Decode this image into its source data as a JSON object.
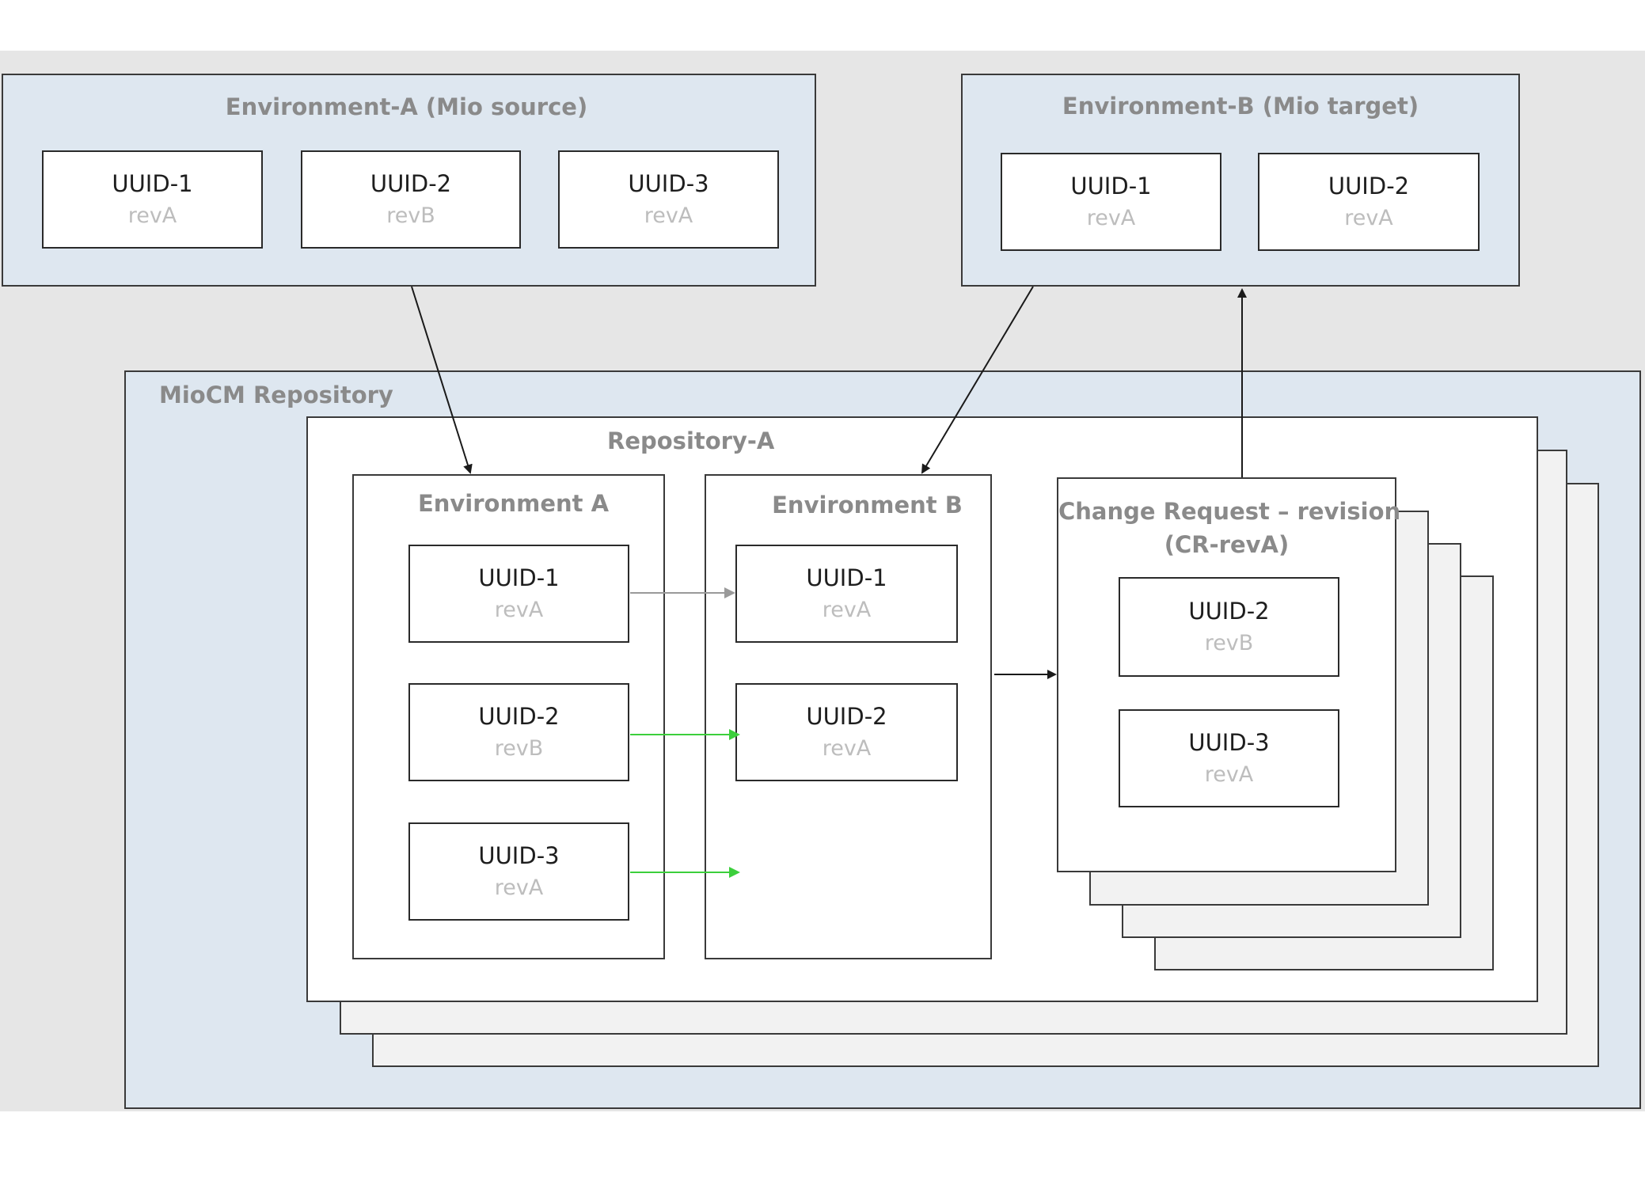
{
  "colors": {
    "canvas_bg": "#e6e6e6",
    "panel_fill": "#dee7f0",
    "border": "#3a3a3a",
    "title_text": "#8a8a8a",
    "rev_text": "#bdbdbd",
    "arrow_black": "#1a1a1a",
    "arrow_gray": "#9a9a9a",
    "arrow_green": "#3ccf3c"
  },
  "env_a_source": {
    "title": "Environment-A (Mio source)",
    "items": [
      {
        "name": "UUID-1",
        "rev": "revA"
      },
      {
        "name": "UUID-2",
        "rev": "revB"
      },
      {
        "name": "UUID-3",
        "rev": "revA"
      }
    ]
  },
  "env_b_target": {
    "title": "Environment-B (Mio target)",
    "items": [
      {
        "name": "UUID-1",
        "rev": "revA"
      },
      {
        "name": "UUID-2",
        "rev": "revA"
      }
    ]
  },
  "repository": {
    "title": "MioCM Repository",
    "repo_a": {
      "title": "Repository-A",
      "env_a": {
        "title": "Environment A",
        "items": [
          {
            "name": "UUID-1",
            "rev": "revA"
          },
          {
            "name": "UUID-2",
            "rev": "revB"
          },
          {
            "name": "UUID-3",
            "rev": "revA"
          }
        ]
      },
      "env_b": {
        "title": "Environment B",
        "items": [
          {
            "name": "UUID-1",
            "rev": "revA"
          },
          {
            "name": "UUID-2",
            "rev": "revA"
          }
        ]
      },
      "change_request": {
        "title_line1": "Change Request – revision",
        "title_line2": "(CR-revA)",
        "items": [
          {
            "name": "UUID-2",
            "rev": "revB"
          },
          {
            "name": "UUID-3",
            "rev": "revA"
          }
        ]
      }
    }
  }
}
